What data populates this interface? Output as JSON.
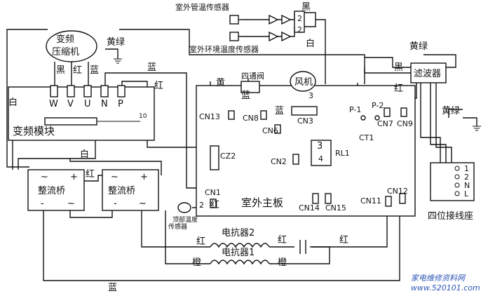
{
  "labels": {
    "sensor_pipe": "室外管温传感器",
    "sensor_env": "室外环境温度传感器",
    "black_top": "黑",
    "white_top": "白",
    "pin2a": "2",
    "pin2b": "2",
    "compressor_l1": "变频",
    "compressor_l2": "压缩机",
    "yellow_green": "黄绿",
    "black": "黑",
    "red": "红",
    "blue": "蓝",
    "white": "白",
    "yellow": "黄",
    "term_w": "W",
    "term_v": "V",
    "term_u": "U",
    "term_n": "N",
    "term_p": "P",
    "inverter_module": "变频模块",
    "num10": "10",
    "fourway_valve": "四通阀",
    "fan": "风机",
    "num3": "3",
    "cn13": "CN13",
    "cn8": "CN8",
    "cn6": "CN6",
    "cn3": "CN3",
    "cn2": "CN2",
    "rl1": "RL1",
    "rl_3": "3",
    "rl_4": "4",
    "cz2": "CZ2",
    "p1": "P-1",
    "p2": "P-2",
    "cn7": "CN7",
    "cn9": "CN9",
    "ct1": "CT1",
    "filter": "滤波器",
    "four_pin_terminal": "四位接线座",
    "rectifier": "整流桥",
    "ac": "~",
    "plus": "+",
    "minus": "-",
    "cn1": "CN1",
    "outdoor_main_board": "室外主板",
    "cn14": "CN14",
    "cn15": "CN15",
    "cn11": "CN11",
    "cn12": "CN12",
    "top_sensor_l1": "顶部温度",
    "top_sensor_l2": "传感器",
    "reactor2": "电抗器2",
    "reactor1": "电抗器1",
    "orange": "橙",
    "term_pins": [
      "1",
      "2",
      "N",
      "L"
    ],
    "watermark_cn": "家电维修资料网",
    "watermark_url": "www.520101.com"
  }
}
